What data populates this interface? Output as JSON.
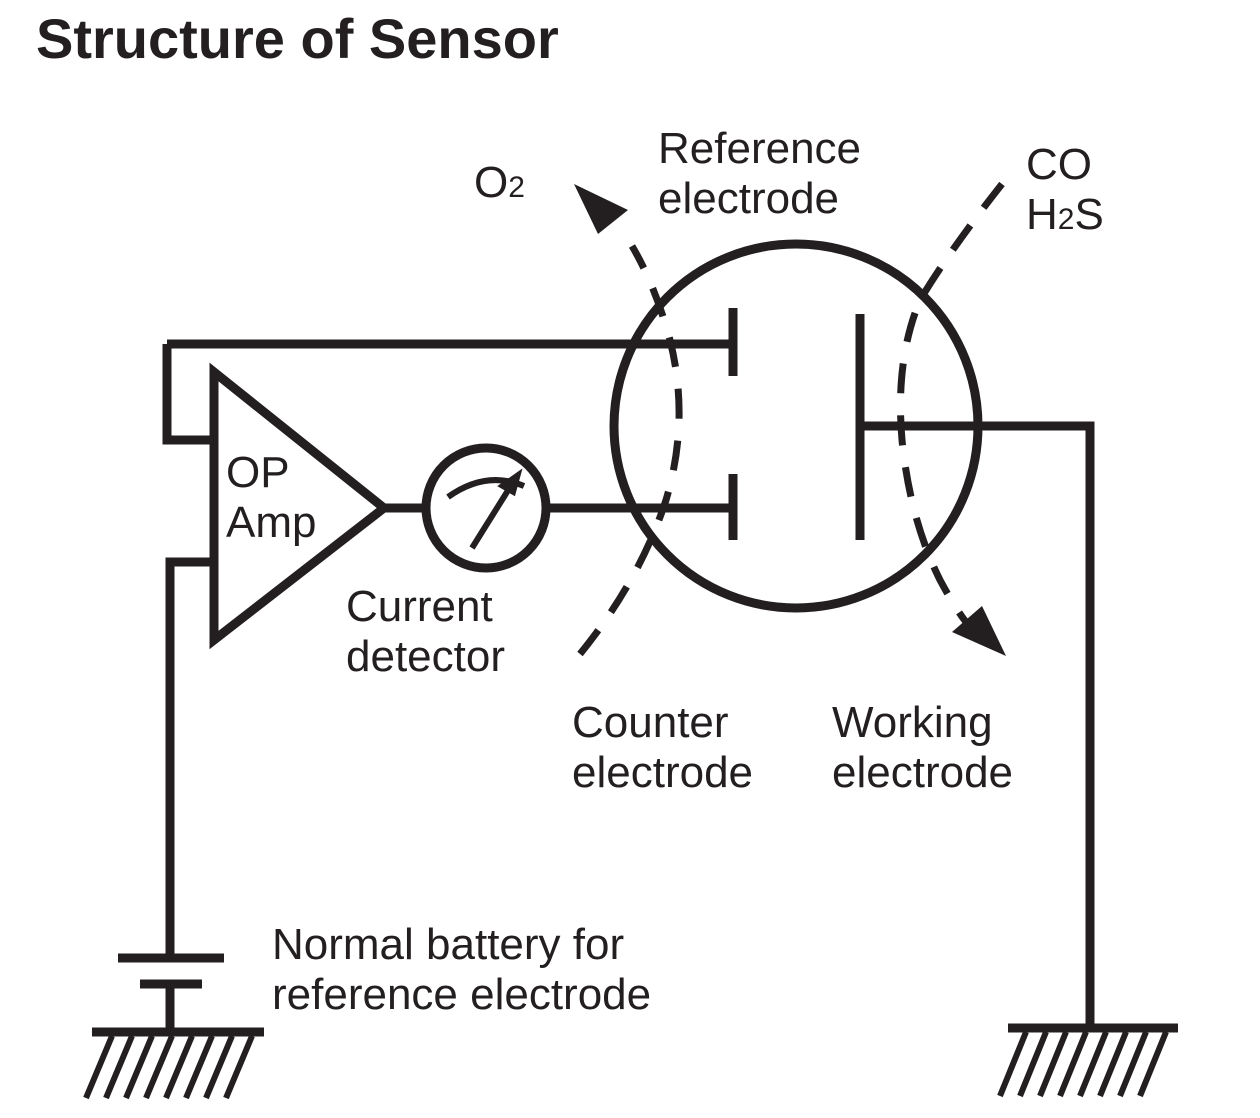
{
  "title": "Structure of Sensor",
  "labels": {
    "o2_main": "O",
    "o2_sub": "2",
    "reference_line1": "Reference",
    "reference_line2": "electrode",
    "co": "CO",
    "h2s_h": "H",
    "h2s_sub": "2",
    "h2s_s": "S",
    "op_line1": "OP",
    "op_line2": "Amp",
    "current_line1": "Current",
    "current_line2": "detector",
    "counter_line1": "Counter",
    "counter_line2": "electrode",
    "working_line1": "Working",
    "working_line2": "electrode",
    "battery_line1": "Normal battery for",
    "battery_line2": "reference electrode"
  },
  "colors": {
    "ink": "#231f20",
    "background": "#ffffff"
  }
}
